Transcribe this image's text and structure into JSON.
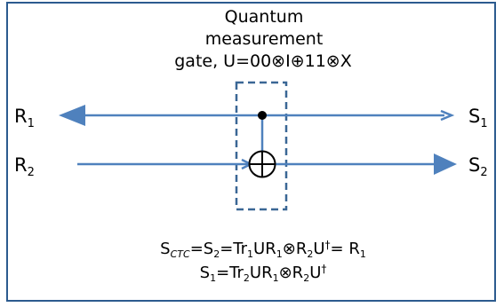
{
  "title": {
    "line1": "Quantum",
    "line2": "measurement",
    "line3": "gate, U=00⊗I⊕11⊗X"
  },
  "labels": {
    "r1": {
      "main": "R",
      "sub": "1"
    },
    "r2": {
      "main": "R",
      "sub": "2"
    },
    "s1": {
      "main": "S",
      "sub": "1"
    },
    "s2": {
      "main": "S",
      "sub": "2"
    }
  },
  "equations": {
    "line1": {
      "p1": "S",
      "p1_sub": "CTC",
      "p2": "=S",
      "p2_sub": "2",
      "p3": "=Tr",
      "p3_sub": "1",
      "p4": "UR",
      "p4_sub": "1",
      "p5": "⊗R",
      "p5_sub": "2",
      "p6": "U",
      "p6_sup": "†",
      "p7": "= R",
      "p7_sub": "1"
    },
    "line2": {
      "p1": "S",
      "p1_sub": "1",
      "p2": "=Tr",
      "p2_sub": "2",
      "p3": "UR",
      "p3_sub": "1",
      "p4": "⊗R",
      "p4_sub": "2",
      "p5": "U",
      "p5_sup": "†"
    }
  },
  "colors": {
    "wire": "#4f81bd",
    "box_dash": "#3a6795",
    "frame": "#2c5b8f"
  }
}
